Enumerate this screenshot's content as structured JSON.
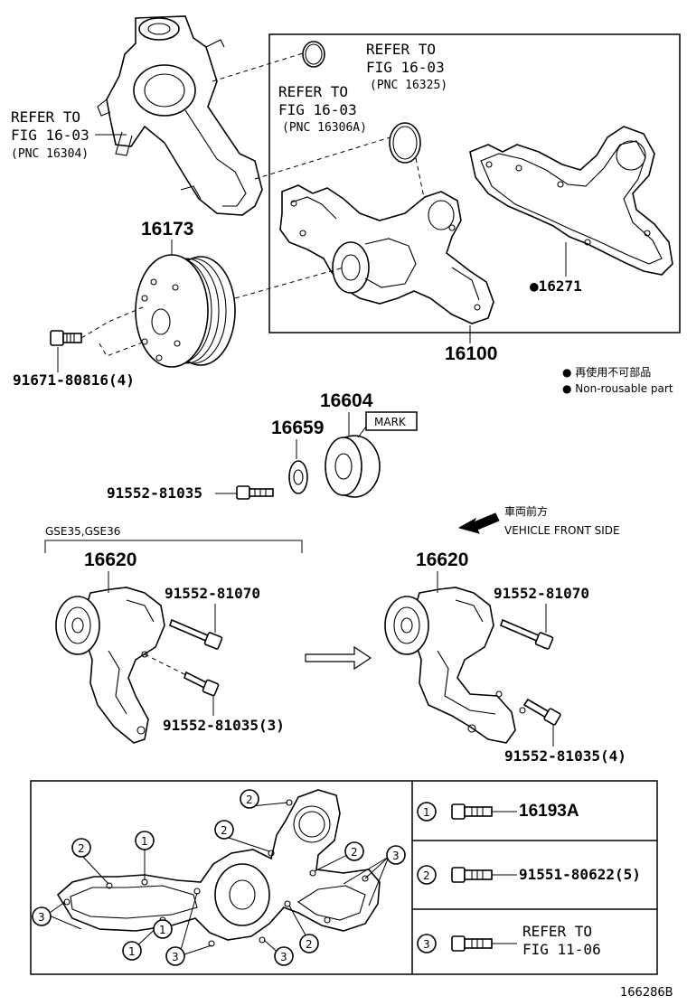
{
  "refs": {
    "fig_16_03_a": {
      "line1": "REFER TO",
      "line2": "FIG 16-03",
      "pnc": "(PNC 16304)"
    },
    "fig_16_03_b": {
      "line1": "REFER TO",
      "line2": "FIG 16-03",
      "pnc": "(PNC 16306A)"
    },
    "fig_16_03_c": {
      "line1": "REFER TO",
      "line2": "FIG 16-03",
      "pnc": "(PNC 16325)"
    }
  },
  "parts": {
    "p16173": "16173",
    "p16100": "16100",
    "p16271": "●16271",
    "p91671": "91671-80816(4)",
    "p16604": "16604",
    "p16659": "16659",
    "p91552_81035": "91552-81035",
    "mark": "MARK",
    "p16620_left": "16620",
    "p16620_right": "16620",
    "p81070_left": "91552-81070",
    "p81070_right": "91552-81070",
    "p81035_3": "91552-81035(3)",
    "p81035_4": "91552-81035(4)"
  },
  "legend": {
    "line1": "● 再使用不可部品",
    "line2": "● Non-rousable part"
  },
  "vehicle_front": {
    "jp": "車両前方",
    "en": "VEHICLE FRONT SIDE"
  },
  "variant_label": "GSE35,GSE36",
  "bolt_table": {
    "rows": [
      {
        "num": "1",
        "part": "16193A",
        "ref1": "",
        "ref2": ""
      },
      {
        "num": "2",
        "part": "91551-80622(5)",
        "ref1": "",
        "ref2": ""
      },
      {
        "num": "3",
        "part": "",
        "ref1": "REFER TO",
        "ref2": "FIG 11-06"
      }
    ]
  },
  "callouts": {
    "c1": "1",
    "c2": "2",
    "c3": "3"
  },
  "figure_id": "166286B"
}
